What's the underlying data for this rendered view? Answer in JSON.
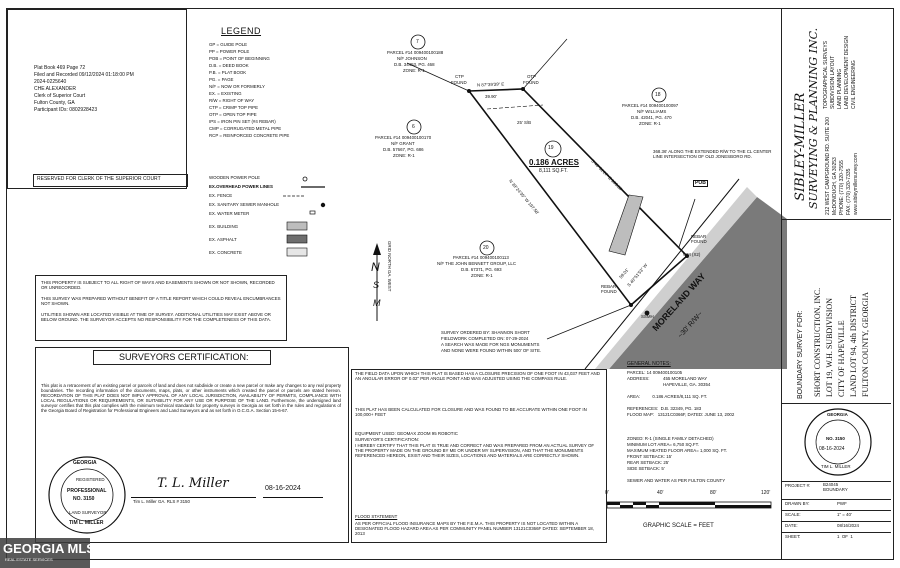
{
  "recording": {
    "lines": [
      "Plat Book 469 Page 72",
      "Filed and Recorded 09/12/2024 01:18:00 PM",
      "2024-0225640",
      "CHE ALEXANDER",
      "Clerk of Superior Court",
      "Fulton County, GA",
      "Participant IDs: 0802928423"
    ],
    "reserved": "RESERVED FOR CLERK OF THE SUPERIOR COURT"
  },
  "legend": {
    "title": "LEGEND",
    "items": [
      "GP = GUIDE POLE",
      "PP = POWER POLE",
      "POB = POINT OF BEGINNING",
      "D.B. = DEED BOOK",
      "P.B. = PLAT BOOK",
      "PG. = PAGE",
      "N/F = NOW OR FORMERLY",
      "EX. = EXISTING",
      "R/W = RIGHT OF WAY",
      "CTP = CRIMP TOP PIPE",
      "OTP = OPEN TOP PIPE",
      "IPS = IRON PIN SET (#4 REBAR)",
      "CMP = CORRUGATED METAL PIPE",
      "RCP = REINFORCED CONCRETE PIPE"
    ],
    "symbols": [
      "WOODEN POWER POLE",
      "EX.OVERHEAD POWER LINES",
      "EX. FENCE",
      "EX. SANITARY SEWER MANHOLE",
      "EX. WATER METER",
      "EX. BUILDING",
      "EX. ASPHALT",
      "EX. CONCRETE"
    ]
  },
  "disclaimers": [
    "THIS PROPERTY IS SUBJECT TO ALL RIGHT OF WAYS AND EASEMENTS SHOWN OR NOT SHOWN, RECORDED OR UNRECORDED.",
    "THIS SURVEY WAS PREPARED WITHOUT BENEFIT OF A TITLE REPORT WHICH COULD REVEAL ENCUMBRANCES NOT SHOWN.",
    "UTILITIES SHOWN ARE LOCATED VISIBLE AT TIME OF SURVEY. ADDITIONAL UTILITIES MAY EXIST ABOVE OR BELOW GROUND. THE SURVEYOR ACCEPTS NO RESPONSIBILITY FOR THE COMPLETENESS OF THIS DATA."
  ],
  "certification": {
    "title": "SURVEYORS CERTIFICATION:",
    "body": "This plat is a retracement of an existing parcel or parcels of land and does not subdivide or create a new parcel or make any changes to any real property boundaries. The recording information of the documents, maps, plats, or other instruments which created the parcel or parcels are stated hereon. RECORDATION OF THIS PLAT DOES NOT IMPLY APPROVAL OF ANY LOCAL JURISDICTION, AVAILABILITY OF PERMITS, COMPLIANCE WITH LOCAL REGULATIONS OR REQUIREMENTS, OR SUITABILITY FOR ANY USE OR PURPOSE OF THE LAND. Furthermore, the undersigned land surveyor certifies that this plat complies with the minimum technical standards for property surveys in Georgia as set forth in the rules and regulations of the Georgia Board of Registration for Professional Engineers and Land Surveyors and as set forth in O.C.G.A. Section 15-6-67.",
    "signature": "T. L. Miller",
    "signer": "Tim L. Miller GA. RLS # 3150",
    "date": "08-16-2024",
    "seal": {
      "top": "GEORGIA",
      "registered": "REGISTERED",
      "professional": "PROFESSIONAL",
      "number": "NO. 3150",
      "bottom": "LAND SURVEYOR",
      "name": "TIM L. MILLER"
    }
  },
  "closure": {
    "p1": "THE FIELD DATA UPON WHICH THIS PLAT IS BASED HAS A CLOSURE PRECISION OF ONE FOOT IN 43,037 FEET AND AN ANGULAR ERROR OF 0.02\" PER ANGLE POINT AND WAS ADJUSTED USING THE COMPASS RULE.",
    "p2": "THIS PLAT HAS BEEN CALCULATED FOR CLOSURE AND WAS FOUND TO BE ACCURATE WITHIN ONE FOOT IN 100,000+ FEET",
    "p3": "EQUIPMENT USED: GEOMAX ZOOM 95 ROBOTIC",
    "p4": "SURVEYOR'S CERTIFICATION:",
    "p5": "I HEREBY CERTIFY THAT THIS PLAT IS TRUE AND CORRECT AND WAS PREPARED FROM AN ACTUAL SURVEY OF THE PROPERTY MADE ON THE GROUND BY ME OR UNDER MY SUPERVISION, AND THAT THE MONUMENTS REFERENCED HEREON, EXIST AND THEIR SIZES, LOCATIONS AND MATERIALS ARE CORRECTLY SHOWN.",
    "flood_title": "FLOOD STATEMENT",
    "flood": "AS PER OFFICIAL FLOOD INSURANCE MAPS BY THE F.E.M.A. THIS PROPERTY IS NOT LOCATED WITHIN A DESIGNATED FLOOD HAZARD AREA AS PER COMMUNITY PANEL NUMBER 13121C0366F DATED: SEPTEMBER 18, 2013"
  },
  "survey_info": [
    "SURVEY ORDERED BY: SHANNON SHORT",
    "FIELDWORK COMPLETED ON: 07-29-2024",
    "A SEARCH WAS MADE FOR NGS MONUMENTS",
    "AND NONE WERE FOUND WITHIN 500' OF SITE."
  ],
  "parcels": {
    "p7": {
      "num": "7",
      "lines": [
        "PARCEL #14 009400100188",
        "N/F JOHNSON",
        "D.B. 34453, PG. 468",
        "ZONE: R-1"
      ]
    },
    "p6": {
      "num": "6",
      "lines": [
        "PARCEL #14 009400100170",
        "N/F GRANT",
        "D.B. 57667, PG. 686",
        "ZONE: R-1"
      ]
    },
    "p18": {
      "num": "18",
      "lines": [
        "PARCEL #14 009400100097",
        "N/F WILLIAMS",
        "D.B. 42041, PG. 470",
        "ZONE: R-1"
      ]
    },
    "p20": {
      "num": "20",
      "lines": [
        "PARCEL #14 009400100113",
        "N/F THE JOHN BENNETT GROUP, LLC",
        "D.B. 67371, PG. 693",
        "ZONE: R-1"
      ]
    },
    "p19": {
      "num": "19",
      "acres": "0.186 ACRES",
      "sqft": "8,111 SQ.FT."
    }
  },
  "plan_labels": {
    "ctp": "CTP",
    "found": "FOUND",
    "otp": "OTP",
    "north_line": "N 87°39'39\" E",
    "north_dist": "39.90'",
    "east_line": "S 46°52'27\" E 165.86'",
    "west_line": "N 39°24'35\" W 197.58'",
    "setback": "25' S/B",
    "pob": "POB",
    "rebar_found": "REBAR\nFOUND",
    "rebar": "REBAR",
    "wm": "WM (X2)",
    "ssmh": "SSMH",
    "road": "MORELAND WAY",
    "row": "~30' R/W~",
    "note_ext": "368.36' ALONG THE EXTENDED R/W TO THE CL CENTER LINE INTERSECTION OF OLD JONESBORO RD.",
    "grid_north": "GRID NORTH GA. WEST",
    "n": "N",
    "m": "M",
    "s": "S",
    "front_dist": "59.01'",
    "sw_dist": "S 40°51'53\" W"
  },
  "general_notes": {
    "title": "GENERAL NOTES:",
    "parcel": "PARCEL: 14 009400100105",
    "address_label": "ADDRESS:",
    "address1": "455 MORELAND WAY",
    "address2": "HAPEVILLE, GA. 30354",
    "area": "AREA:          0.186 ACRES/8,111 SQ. FT.",
    "refs1": "REFERENCES:  D.B. 32349, PG. 183",
    "refs2": "FLOOD MAP:   13121C0366F, DATED: JUNE 13, 2002",
    "zoned": "ZONED: R-1 (SINGLE FAMILY DETACHED)",
    "min_lot": "MINIMUM LOT AREA= 6,750 SQ.FT.",
    "max_heated": "MAXIMUM HEATED FLOOR AREA= 1,000 SQ. FT.",
    "front": "FRONT SETBACK: 15'",
    "rear": "REAR SETBACK: 25'",
    "side": "SIDE SETBACK: 5'",
    "sewer": "SEWER AND WATER AS PER FULTON COUNTY"
  },
  "scale": {
    "ticks": [
      "0'",
      "40'",
      "80'",
      "120'"
    ],
    "label": "GRAPHIC SCALE = FEET"
  },
  "title_block": {
    "company1": "SIBLEY-MILLER",
    "company2": "SURVEYING & PLANNING INC.",
    "address": "212 WEST CAMPGROUND RD. SUITE 200",
    "city": "McDONOUGH, GA 30253",
    "phone": "PHONE: (770) 320-7555",
    "fax": "FAX: (770) 320-7335",
    "web": "www.sibleymillersurvey.com",
    "services": [
      "TOPOGRAPHICAL SURVEYS",
      "SUBDIVISION LAYOUT",
      "LAND PLANNING",
      "LAND DEVELOPMENT DESIGN",
      "CIVIL ENGINEERING"
    ],
    "boundary_for": "BOUNDARY SURVEY FOR:",
    "client": "SHORT CONSTRUCTION, INC.",
    "lot": "LOT 19, W.H. SUBDIVISION",
    "city_of": "CITY OF HAPEVILLE",
    "land_lot": "LAND LOT 94, 4th DISTRICT",
    "county": "FULTON COUNTY, GEORGIA"
  },
  "project_table": [
    {
      "label": "PROJECT #:",
      "value": "B24045\nBOUNDARY"
    },
    {
      "label": "DRAWN BY:",
      "value": "PWF"
    },
    {
      "label": "SCALE:",
      "value": "1\" = 40'"
    },
    {
      "label": "DATE:",
      "value": "08/16/2024"
    },
    {
      "label": "SHEET:",
      "value": "1  OF  1"
    }
  ],
  "watermark": {
    "brand": "GEORGIA MLS",
    "sub": "REAL ESTATE SERVICES"
  }
}
